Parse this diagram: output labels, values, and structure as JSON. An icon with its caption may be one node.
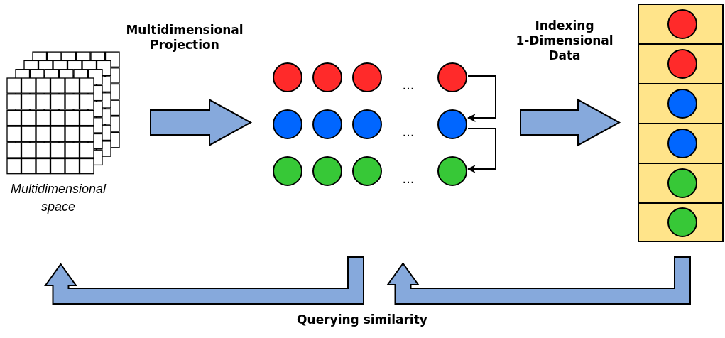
{
  "diagram": {
    "nodes": [
      {
        "text": [],
        "shape": "picture",
        "beside": [
          "Multidimensional space"
        ]
      },
      {
        "text": [],
        "shape": "circle"
      },
      {
        "text": [],
        "shape": "circle"
      },
      {
        "text": [],
        "shape": "circle"
      },
      {
        "text": [],
        "shape": "circle"
      },
      {
        "text": [],
        "shape": "circle"
      },
      {
        "text": [],
        "shape": "circle"
      },
      {
        "text": [],
        "shape": "circle"
      },
      {
        "text": [],
        "shape": "circle"
      },
      {
        "text": [],
        "shape": "circle"
      },
      {
        "text": [],
        "shape": "circle"
      },
      {
        "text": [],
        "shape": "circle"
      },
      {
        "text": [],
        "shape": "circle"
      },
      {
        "text": [],
        "shape": "box"
      },
      {
        "text": [],
        "shape": "box",
        "in": 13
      },
      {
        "text": [],
        "shape": "box",
        "in": 13
      },
      {
        "text": [],
        "shape": "box",
        "in": 13
      },
      {
        "text": [],
        "shape": "box",
        "in": 13
      },
      {
        "text": [],
        "shape": "box",
        "in": 13
      },
      {
        "text": [],
        "shape": "box",
        "in": 13
      },
      {
        "text": [],
        "shape": "circle",
        "in": 14
      },
      {
        "text": [],
        "shape": "circle",
        "in": 15
      },
      {
        "text": [],
        "shape": "circle",
        "in": 16
      },
      {
        "text": [],
        "shape": "circle",
        "in": 17
      },
      {
        "text": [],
        "shape": "circle",
        "in": 18
      },
      {
        "text": [],
        "shape": "circle",
        "in": 19
      }
    ],
    "edges": [
      {
        "from": 0,
        "to": 5,
        "arrow": "to",
        "style": "thick"
      },
      {
        "from": 8,
        "to": 13,
        "arrow": "to",
        "style": "thick"
      },
      {
        "from": 4,
        "to": 8,
        "arrow": "to"
      },
      {
        "from": 8,
        "to": 12,
        "arrow": "to"
      },
      {
        "from": 11,
        "to": 0,
        "arrow": "to",
        "style": "thick"
      },
      {
        "from": 13,
        "to": null,
        "arrow": "to",
        "style": "thick"
      }
    ],
    "labels": [
      "Multidimensional Projection",
      "Indexing 1-Dimensional Data",
      "...",
      "...",
      "...",
      "Querying similarity"
    ]
  }
}
